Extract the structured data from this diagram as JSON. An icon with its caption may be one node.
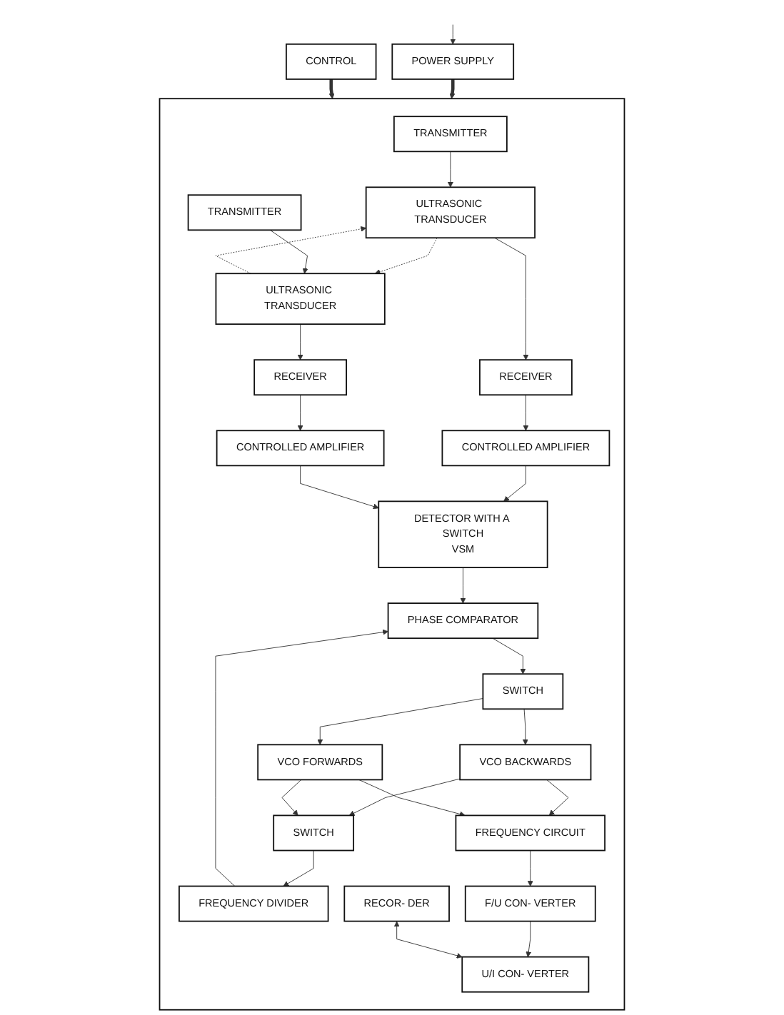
{
  "diagram": {
    "nodes": [
      {
        "text": [],
        "shape": "box"
      },
      {
        "text": [
          "ULTRASONIC TRANSDUCER"
        ],
        "in": 0
      },
      {
        "text": [
          "ULTRASONIC TRANSDUCER"
        ],
        "in": 0
      },
      {
        "text": [
          "TRANSMITTER"
        ],
        "in": 0
      },
      {
        "text": [
          "TRANSMITTER"
        ],
        "in": 0
      },
      {
        "text": [
          "RECEIVER"
        ],
        "in": 0
      },
      {
        "text": [
          "RECEIVER"
        ],
        "in": 0
      },
      {
        "text": [
          "CONTROLLED AMPLIFIER"
        ],
        "in": 0
      },
      {
        "text": [
          "DETECTOR WITH A SWITCH",
          "VSM"
        ],
        "in": 0
      },
      {
        "text": [
          "CONTROLLED AMPLIFIER"
        ],
        "in": 0
      },
      {
        "text": [
          "PHASE COMPARATOR"
        ],
        "in": 0
      },
      {
        "text": [
          "SWITCH"
        ],
        "in": 0
      },
      {
        "text": [
          "VCO FORWARDS"
        ],
        "in": 0
      },
      {
        "text": [
          "VCO BACKWARDS"
        ],
        "in": 0
      },
      {
        "text": [
          "FREQUENCY DIVIDER"
        ],
        "in": 0
      },
      {
        "text": [
          "SWITCH"
        ],
        "in": 0
      },
      {
        "text": [
          "RECOR- DER"
        ],
        "in": 0
      },
      {
        "text": [
          "U/I CON- VERTER"
        ],
        "in": 0
      },
      {
        "text": [
          "F/U CON- VERTER"
        ],
        "in": 0
      },
      {
        "text": [
          "FREQUENCY CIRCUIT"
        ],
        "in": 0
      },
      {
        "text": [
          "CONTROL"
        ]
      },
      {
        "text": [
          "POWER SUPPLY"
        ]
      }
    ],
    "edges": [
      {
        "from": 2,
        "to": 1,
        "arrow": "to",
        "style": "dashed"
      },
      {
        "from": 1,
        "to": 2,
        "arrow": "to",
        "style": "dashed"
      },
      {
        "from": 3,
        "to": 1,
        "arrow": "to"
      },
      {
        "from": 4,
        "to": 2,
        "arrow": "to"
      },
      {
        "from": 1,
        "to": 5,
        "arrow": "to"
      },
      {
        "from": 2,
        "to": 6,
        "arrow": "to"
      },
      {
        "from": 5,
        "to": 7,
        "arrow": "to"
      },
      {
        "from": 6,
        "to": 9,
        "arrow": "to"
      },
      {
        "from": 7,
        "to": 8,
        "arrow": "to"
      },
      {
        "from": 9,
        "to": 8,
        "arrow": "to"
      },
      {
        "from": 8,
        "to": 10,
        "arrow": "to"
      },
      {
        "from": 10,
        "to": 11,
        "arrow": "to"
      },
      {
        "from": 11,
        "to": 12,
        "arrow": "to"
      },
      {
        "from": 11,
        "to": 13,
        "arrow": "to"
      },
      {
        "from": 13,
        "to": 15,
        "arrow": "to"
      },
      {
        "from": 12,
        "to": 15,
        "arrow": "to"
      },
      {
        "from": 13,
        "to": 19,
        "arrow": "to"
      },
      {
        "from": 12,
        "to": 19,
        "arrow": "to"
      },
      {
        "from": 15,
        "to": 14,
        "arrow": "to"
      },
      {
        "from": 14,
        "to": 10,
        "arrow": "to"
      },
      {
        "from": 19,
        "to": 18,
        "arrow": "to"
      },
      {
        "from": 18,
        "to": 17,
        "arrow": "to"
      },
      {
        "from": 16,
        "to": 17,
        "arrow": "both"
      },
      {
        "from": 20,
        "to": 0,
        "arrow": "to",
        "style": "thick"
      },
      {
        "from": 21,
        "to": 0,
        "arrow": "to",
        "style": "thick"
      },
      {
        "from": null,
        "to": 21,
        "arrow": "to"
      }
    ]
  }
}
